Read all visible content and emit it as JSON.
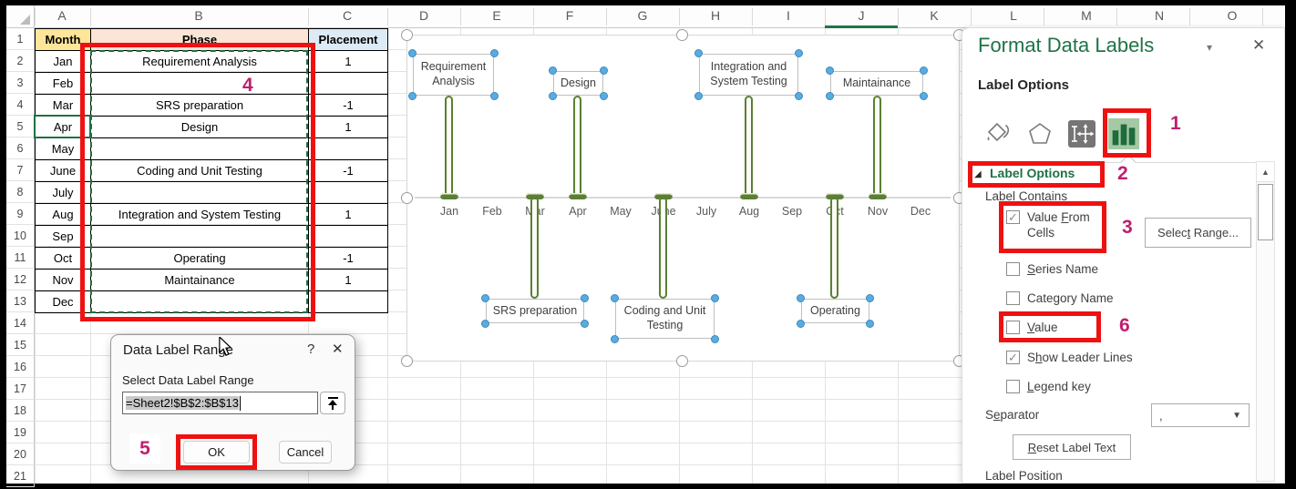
{
  "sheet": {
    "column_letters": [
      "A",
      "B",
      "C",
      "D",
      "E",
      "F",
      "G",
      "H",
      "I",
      "J",
      "K",
      "L",
      "M",
      "N",
      "O"
    ],
    "active_column": "J",
    "row_numbers": [
      "1",
      "2",
      "3",
      "4",
      "5",
      "6",
      "7",
      "8",
      "9",
      "10",
      "11",
      "12",
      "13",
      "14",
      "15",
      "16",
      "17",
      "18",
      "19",
      "20",
      "21"
    ],
    "table": {
      "headers": {
        "month": "Month",
        "phase": "Phase",
        "placement": "Placement"
      },
      "rows": [
        {
          "month": "Jan",
          "phase": "Requirement Analysis",
          "placement": "1"
        },
        {
          "month": "Feb",
          "phase": "",
          "placement": ""
        },
        {
          "month": "Mar",
          "phase": "SRS preparation",
          "placement": "-1"
        },
        {
          "month": "Apr",
          "phase": "Design",
          "placement": "1"
        },
        {
          "month": "May",
          "phase": "",
          "placement": ""
        },
        {
          "month": "June",
          "phase": "Coding and Unit Testing",
          "placement": "-1"
        },
        {
          "month": "July",
          "phase": "",
          "placement": ""
        },
        {
          "month": "Aug",
          "phase": "Integration and System Testing",
          "placement": "1"
        },
        {
          "month": "Sep",
          "phase": "",
          "placement": ""
        },
        {
          "month": "Oct",
          "phase": "Operating",
          "placement": "-1"
        },
        {
          "month": "Nov",
          "phase": "Maintainance",
          "placement": "1"
        },
        {
          "month": "Dec",
          "phase": "",
          "placement": ""
        }
      ],
      "header_fills": {
        "month": "#ffe599",
        "phase": "#fce4d6",
        "placement": "#ddebf7"
      }
    }
  },
  "chart": {
    "months": [
      "Jan",
      "Feb",
      "Mar",
      "Apr",
      "May",
      "June",
      "July",
      "Aug",
      "Sep",
      "Oct",
      "Nov",
      "Dec"
    ],
    "labels_above": [
      "Requirement Analysis",
      "Design",
      "Integration and System Testing",
      "Maintainance"
    ],
    "labels_below": [
      "SRS preparation",
      "Coding and Unit Testing",
      "Operating"
    ],
    "stem_color": "#5b7f33"
  },
  "chart_data": {
    "type": "scatter",
    "title": "",
    "x": [
      "Jan",
      "Feb",
      "Mar",
      "Apr",
      "May",
      "June",
      "July",
      "Aug",
      "Sep",
      "Oct",
      "Nov",
      "Dec"
    ],
    "series": [
      {
        "name": "Placement",
        "values": [
          1,
          null,
          -1,
          1,
          null,
          -1,
          null,
          1,
          null,
          -1,
          1,
          null
        ]
      }
    ],
    "point_labels": [
      "Requirement Analysis",
      null,
      "SRS preparation",
      "Design",
      null,
      "Coding and Unit Testing",
      null,
      "Integration and System Testing",
      null,
      "Operating",
      "Maintainance",
      null
    ],
    "xlabel": "",
    "ylabel": "",
    "ylim": [
      -1.5,
      1.5
    ],
    "grid": false,
    "legend": false,
    "marker_color": "#5b7f33"
  },
  "dialog": {
    "title": "Data Label Range",
    "help": "?",
    "close": "✕",
    "field_label": "Select Data Label Range",
    "field_value": "=Sheet2!$B$2:$B$13",
    "ok": "OK",
    "cancel": "Cancel"
  },
  "panel": {
    "title": "Format Data Labels",
    "group_title": "Label Options",
    "section_header": "Label Options",
    "label_contains": "Label Contains",
    "checkboxes": {
      "value_from_cells": {
        "pre": "Value ",
        "key": "F",
        "post": "rom Cells",
        "checked": true
      },
      "series_name": {
        "pre": "",
        "key": "S",
        "post": "eries Name",
        "checked": false
      },
      "category_name": {
        "pre": "Cate",
        "key": "g",
        "post": "ory Name",
        "checked": false
      },
      "value": {
        "pre": "",
        "key": "V",
        "post": "alue",
        "checked": false
      },
      "show_leader_lines": {
        "pre": "S",
        "key": "h",
        "post": "ow Leader Lines",
        "checked": true
      },
      "legend_key": {
        "pre": "",
        "key": "L",
        "post": "egend key",
        "checked": false
      }
    },
    "select_range_button": {
      "pre": "Selec",
      "key": "t",
      "post": " Range..."
    },
    "separator": {
      "label": {
        "pre": "S",
        "key": "e",
        "post": "parator"
      },
      "value": ","
    },
    "reset_button": {
      "pre": "",
      "key": "R",
      "post": "eset Label Text"
    },
    "label_position": "Label Position"
  },
  "icons": {
    "check": "✓",
    "dropdown_caret": "▼",
    "pane_caret": "▾",
    "close": "✕",
    "section_triangle": "◢",
    "scroll_up": "▲"
  },
  "annotations": {
    "n1": "1",
    "n2": "2",
    "n3": "3",
    "n4": "4",
    "n5": "5",
    "n6": "6",
    "box_color": "#ee1111",
    "number_color": "#c01e6e"
  }
}
